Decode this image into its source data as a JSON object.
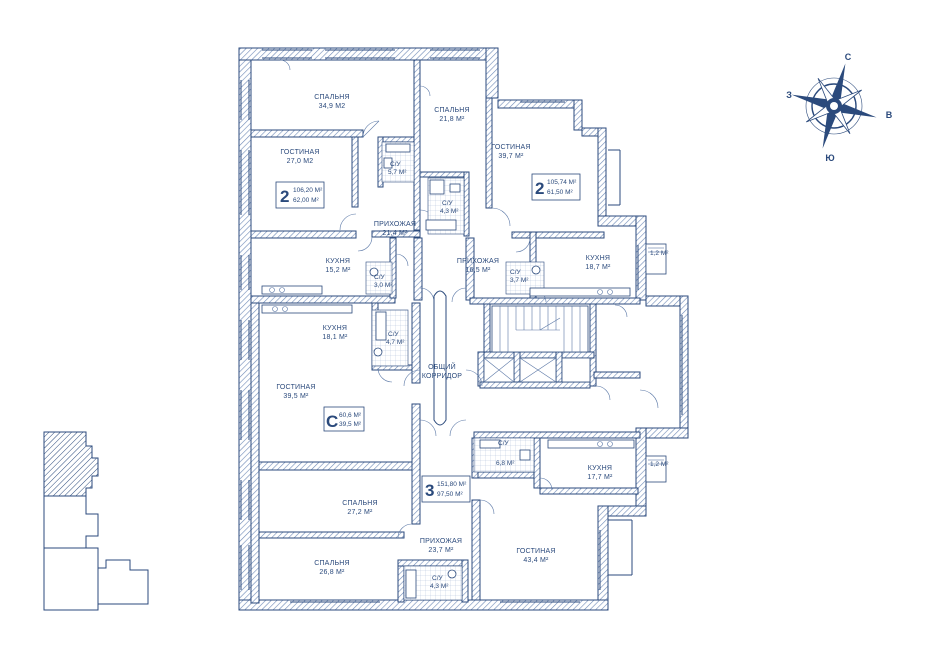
{
  "rooms": [
    {
      "id": "bed-tl",
      "title": "СПАЛЬНЯ",
      "area": "34,9 М2"
    },
    {
      "id": "bed-tm",
      "title": "СПАЛЬНЯ",
      "area": "21,8 М²"
    },
    {
      "id": "liv-tl",
      "title": "ГОСТИНАЯ",
      "area": "27,0 М2"
    },
    {
      "id": "su-1",
      "title": "С/У",
      "area": "5,7 М²"
    },
    {
      "id": "su-2",
      "title": "С/У",
      "area": "4,3 М²"
    },
    {
      "id": "liv-tr",
      "title": "ГОСТИНАЯ",
      "area": "39,7 М²"
    },
    {
      "id": "hall-1",
      "title": "ПРИХОЖАЯ",
      "area": "21,4 М²"
    },
    {
      "id": "kit-1",
      "title": "КУХНЯ",
      "area": "15,2 М²"
    },
    {
      "id": "su-3",
      "title": "С/У",
      "area": "3,0 М²"
    },
    {
      "id": "hall-2",
      "title": "ПРИХОЖАЯ",
      "area": "16,5 М²"
    },
    {
      "id": "su-4",
      "title": "С/У",
      "area": "3,7 М²"
    },
    {
      "id": "kit-2",
      "title": "КУХНЯ",
      "area": "18,7 М²"
    },
    {
      "id": "kit-3",
      "title": "КУХНЯ",
      "area": "18,1 М²"
    },
    {
      "id": "su-5",
      "title": "С/У",
      "area": "4,7 М²"
    },
    {
      "id": "corr",
      "title": "ОБЩИЙ",
      "title2": "КОРРИДОР",
      "area": ""
    },
    {
      "id": "liv-ml",
      "title": "ГОСТИНАЯ",
      "area": "39,5 М²"
    },
    {
      "id": "su-6",
      "title": "С/У",
      "area": "6,8 М²"
    },
    {
      "id": "kit-4",
      "title": "КУХНЯ",
      "area": "17,7 М²"
    },
    {
      "id": "bed-bl1",
      "title": "СПАЛЬНЯ",
      "area": "27,2 М²"
    },
    {
      "id": "hall-3",
      "title": "ПРИХОЖАЯ",
      "area": "23,7 М²"
    },
    {
      "id": "bed-bl2",
      "title": "СПАЛЬНЯ",
      "area": "26,8 М²"
    },
    {
      "id": "su-7",
      "title": "С/У",
      "area": "4,3 М²"
    },
    {
      "id": "liv-br",
      "title": "ГОСТИНАЯ",
      "area": "43,4 М²"
    }
  ],
  "balconies": [
    "1,2 М²",
    "1,2 М²"
  ],
  "apartments": [
    {
      "id": "apt-a",
      "rooms": "2",
      "total": "106,20 М²",
      "living": "62,00 М²"
    },
    {
      "id": "apt-b",
      "rooms": "2",
      "total": "105,74 М²",
      "living": "61,50 М²"
    },
    {
      "id": "apt-c",
      "rooms": "С",
      "total": "60,6 М²",
      "living": "39,5 М²"
    },
    {
      "id": "apt-d",
      "rooms": "3",
      "total": "151,80 М²",
      "living": "97,50 М²"
    }
  ],
  "compass": {
    "north": "С",
    "south": "Ю",
    "west": "З",
    "east": "В"
  },
  "colors": {
    "ink": "#2b4a7c",
    "hatch": "#6f8bb8"
  }
}
